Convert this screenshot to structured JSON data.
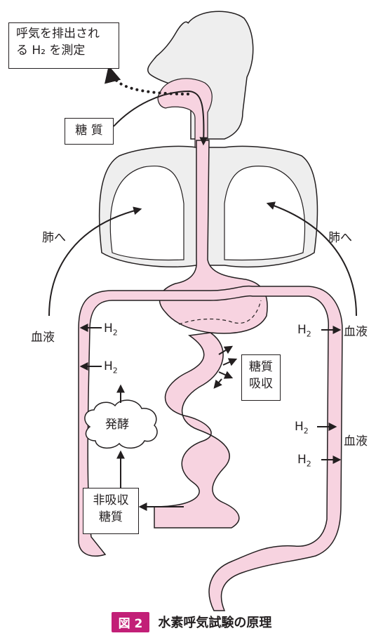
{
  "labels": {
    "exhale_box": [
      "呼気を排出され",
      "る H₂ を測定"
    ],
    "sugar": "糖 質",
    "to_lung_left": "肺へ",
    "to_lung_right": "肺へ",
    "blood_left": "血液",
    "blood_right_upper": "血液",
    "blood_right_lower": "血液",
    "h2": "H",
    "h2_sub": "2",
    "fermentation": "発酵",
    "absorption_box": [
      "糖質",
      "吸収"
    ],
    "nonabsorbed_box": [
      "非吸収",
      "糖質"
    ]
  },
  "caption": {
    "tag": "図 2",
    "title": "水素呼気試験の原理"
  },
  "colors": {
    "organ_pink": "#f7d3e0",
    "body_gray": "#eeeeee",
    "line": "#231f20",
    "caption_tag": "#c21f77"
  }
}
